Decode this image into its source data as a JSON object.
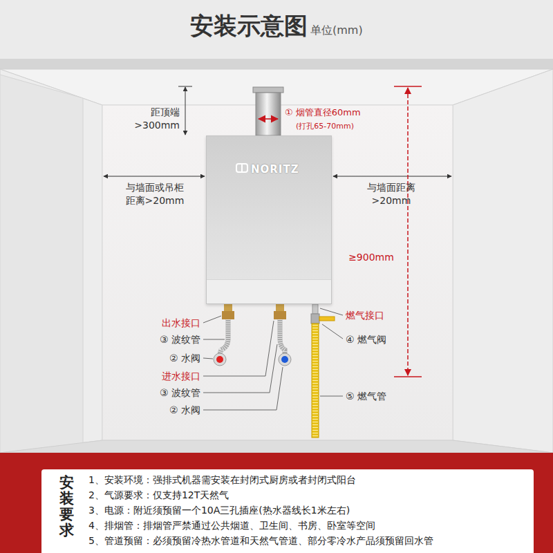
{
  "diagram": {
    "title": "安装示意图",
    "nodes": [
      {
        "text": [
          "安装要求",
          "1、安装环境：强排式机器需安装在封闭式厨房或者封闭式阳台",
          "2、气源要求：仅支持12T天然气",
          "3、电源：附近须预留一个10A三孔插座(热水器线长1米左右)",
          "4、排烟管：排烟管严禁通过公共烟道、卫生间、书房、卧室等空间",
          "5、管道预留：必须预留冷热水管道和天然气管道、部分零冷水产品须预留回水管"
        ]
      },
      {
        "text": [
          "NORITZ"
        ]
      }
    ],
    "labels": [
      "单位(mm)",
      "距顶端 >300mm",
      "与墙面或吊柜 距离>20mm",
      "与墙面距离 >20mm",
      "① 烟管直径60mm",
      "(打孔65-70mm)",
      "≥900mm",
      "出水接口",
      "③ 波纹管",
      "② 水阀",
      "进水接口",
      "③ 波纹管",
      "② 水阀",
      "燃气接口",
      "④ 燃气阀",
      "⑤ 燃气管"
    ]
  }
}
